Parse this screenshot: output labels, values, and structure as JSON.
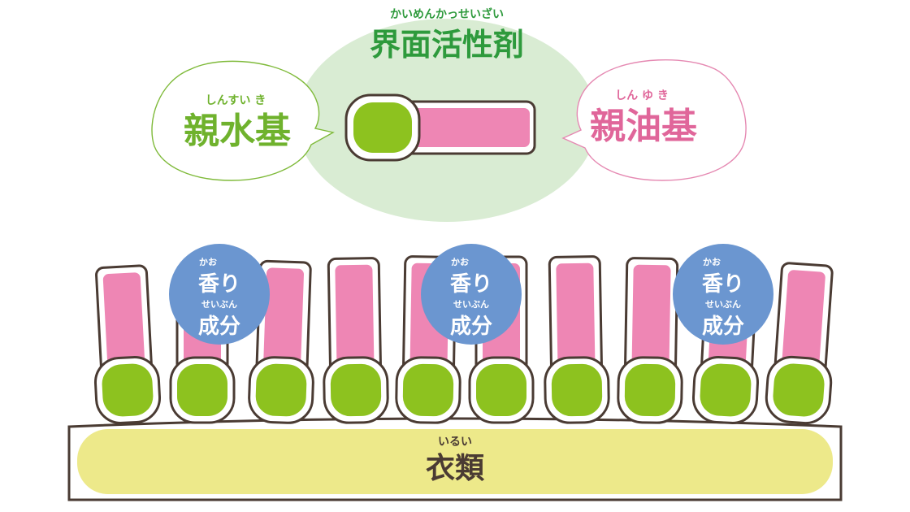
{
  "title": {
    "ruby": "かいめんかっせいざい",
    "text": "界面活性剤"
  },
  "hydrophilic": {
    "ruby": "しんすい き",
    "text": "親水基"
  },
  "lipophilic": {
    "ruby": "しん ゆ き",
    "text": "親油基"
  },
  "fragrance": {
    "ruby_top": "かお",
    "line1": "香り",
    "ruby_bottom": "せいぶん",
    "line2": "成分"
  },
  "clothing": {
    "ruby": "いるい",
    "text": "衣類"
  },
  "colors": {
    "head_green": "#8dc21f",
    "tail_pink": "#ee86b4",
    "halo_green": "#d9ecd3",
    "fragrance_blue": "#6b96d0",
    "cloth_yellow": "#ede98a",
    "outline": "#4a3b33",
    "title_green": "#2e9a3c",
    "hydrophilic_green": "#6fb22d",
    "lipophilic_pink": "#e0669a"
  },
  "surfactant_count": 10,
  "fragrance_count": 3
}
